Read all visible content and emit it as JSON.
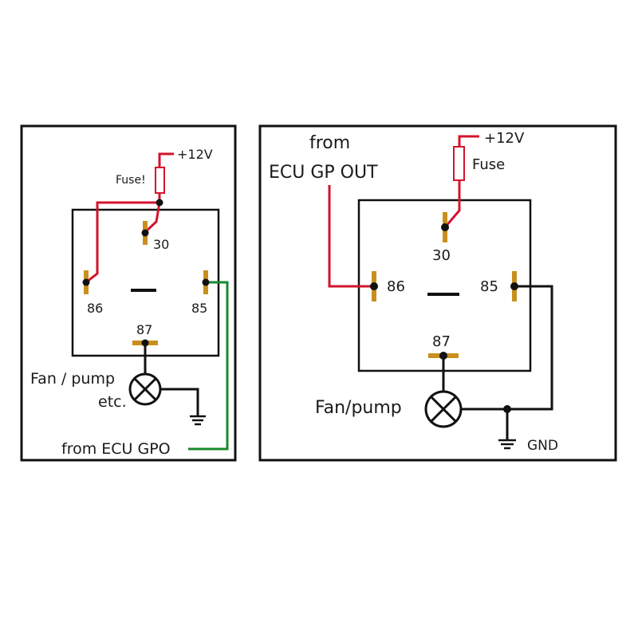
{
  "left_diagram": {
    "supply_label": "+12V",
    "fuse_label": "Fuse!",
    "pin_30": "30",
    "pin_86": "86",
    "pin_85": "85",
    "pin_87": "87",
    "load_label_line1": "Fan / pump",
    "load_label_line2": "etc.",
    "control_label": "from ECU GPO"
  },
  "right_diagram": {
    "supply_label": "+12V",
    "fuse_label": "Fuse",
    "control_label_line1": "from",
    "control_label_line2": "ECU GP OUT",
    "pin_30": "30",
    "pin_86": "86",
    "pin_85": "85",
    "pin_87": "87",
    "load_label": "Fan/pump",
    "ground_label": "GND"
  },
  "colors": {
    "power_wire": "#d3132d",
    "control_wire_left": "#1a8a2e",
    "ground_wire": "#111111",
    "pin": "#c98f1e",
    "outline": "#111111"
  }
}
